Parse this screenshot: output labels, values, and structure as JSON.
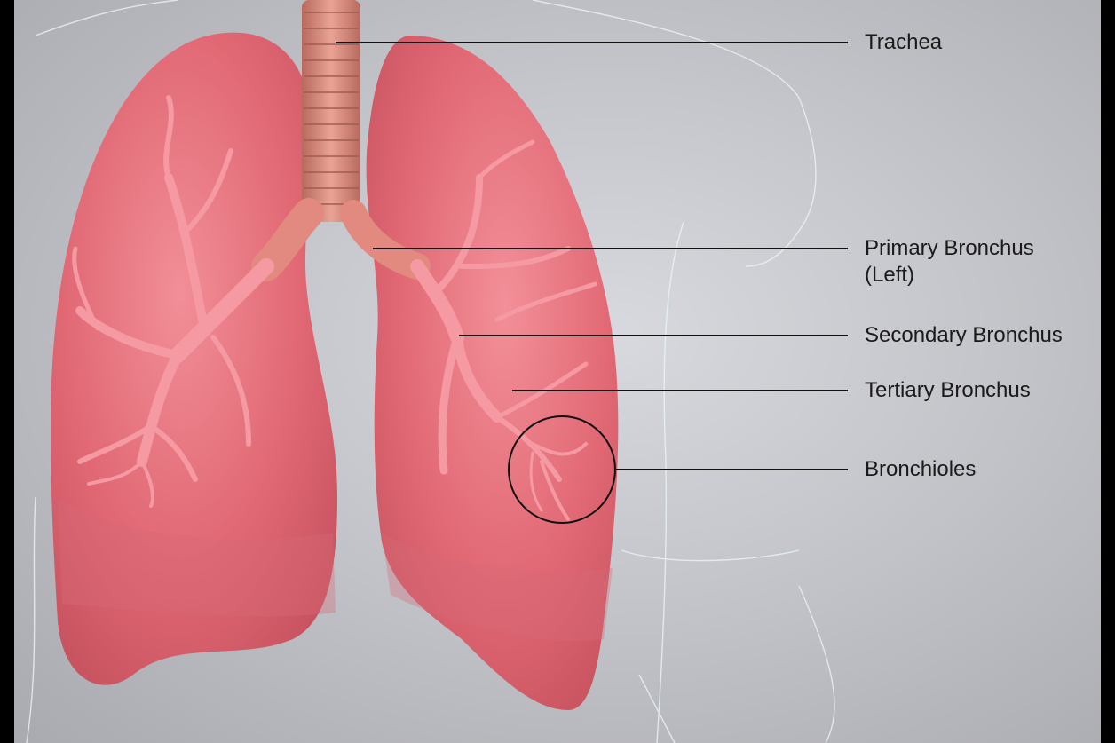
{
  "labels": {
    "trachea": "Trachea",
    "primary_bronchus_line1": "Primary Bronchus",
    "primary_bronchus_line2": "(Left)",
    "secondary_bronchus": "Secondary Bronchus",
    "tertiary_bronchus": "Tertiary Bronchus",
    "bronchioles": "Bronchioles"
  },
  "colors": {
    "background": "#c8c9ce",
    "lung": "#e8707a",
    "lung_shadow": "#d65a66",
    "bronchi": "#f0848c",
    "trachea": "#d98878",
    "leader_line": "#111111",
    "body_outline": "#e6f2f8"
  }
}
